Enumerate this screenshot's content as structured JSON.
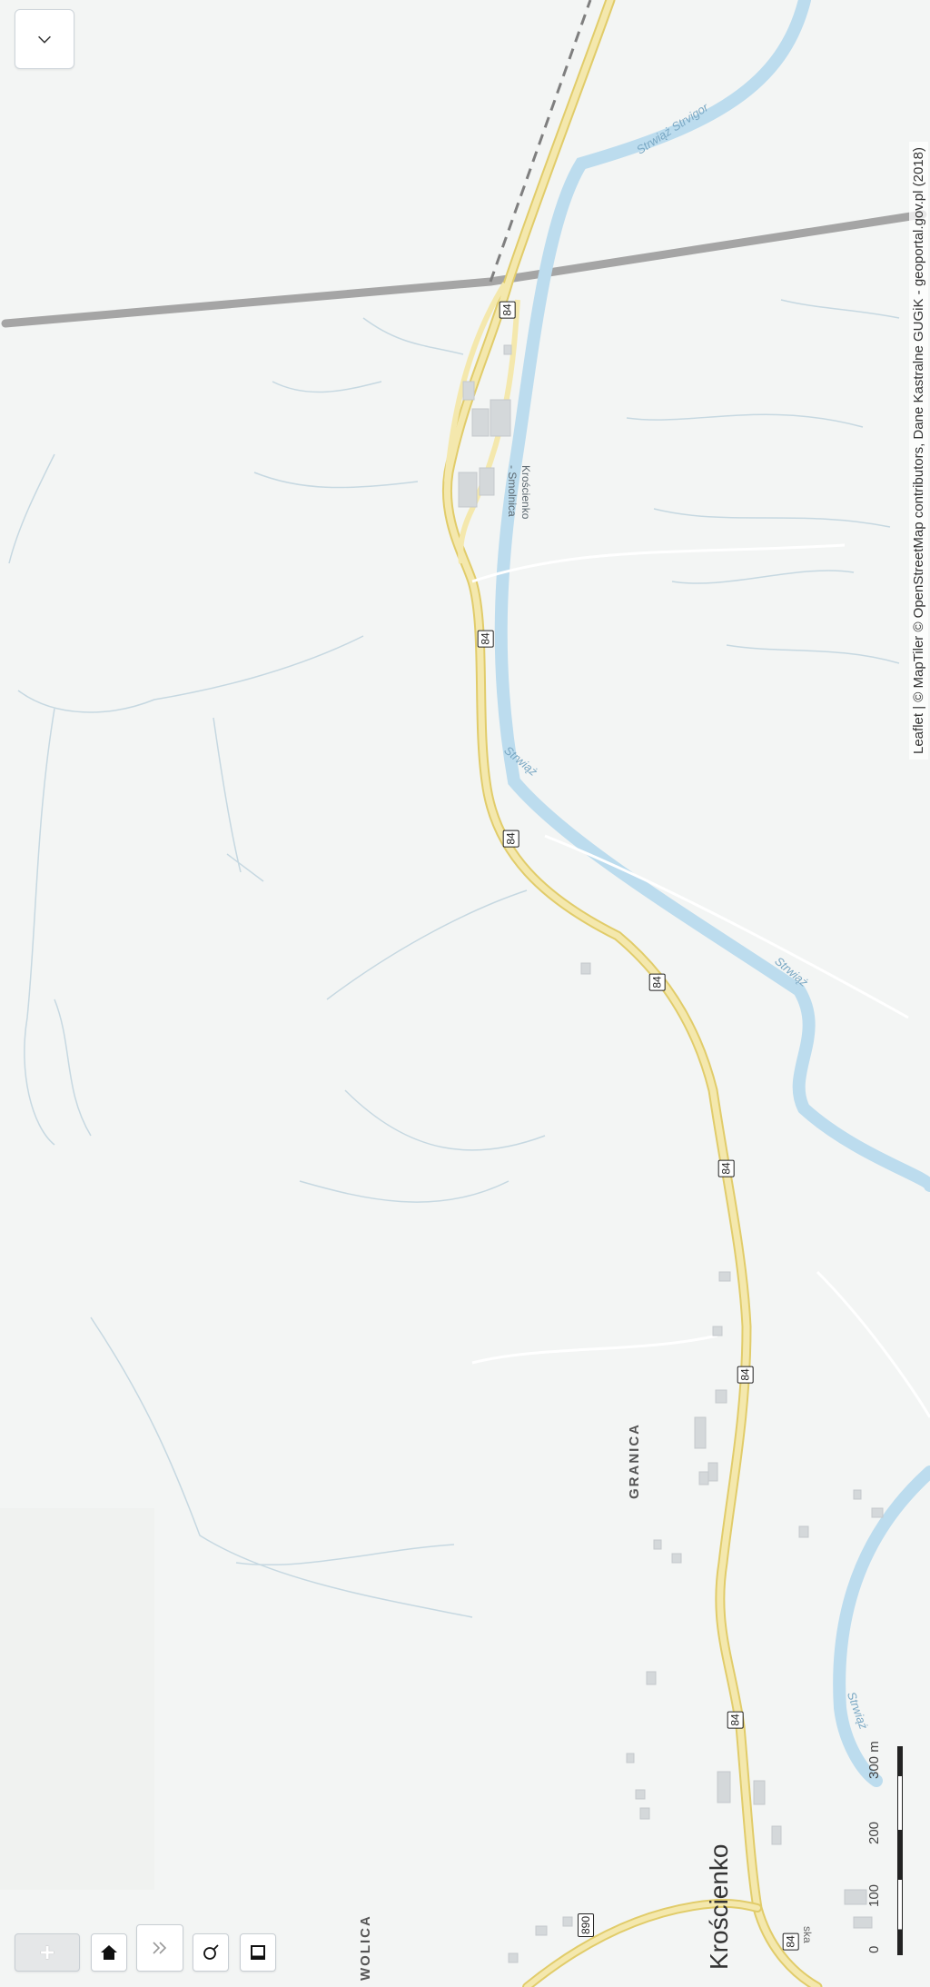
{
  "map": {
    "attribution": "Leaflet | © MapTiler © OpenStreetMap contributors, Dane Kastralne GUGiK - geoportal.gov.pl (2018)",
    "places": {
      "granica": "GRANICA",
      "wolica": "WOLICA",
      "kroscienko": "Krościenko",
      "station_line1": "Krościenko",
      "station_line2": "- Smolnica",
      "street": "ska"
    },
    "rivers": {
      "upper": "Strwiąż Strvigor",
      "middle": "Strwiąż",
      "lower": "Strwiąż",
      "bottom": "Strwiąż"
    },
    "road_shields": [
      "84",
      "84",
      "84",
      "84",
      "84",
      "84",
      "84",
      "890",
      "84"
    ],
    "scale": {
      "ticks": [
        "0",
        "100",
        "200",
        "300 m"
      ]
    }
  },
  "controls": {
    "collapse_icon": "chevron-down-icon",
    "zoom_icon": "plus-icon",
    "home_icon": "home-icon",
    "layers_icon": "chevrons-right-icon",
    "search_icon": "search-icon",
    "square_icon": "square-icon"
  },
  "colors": {
    "background": "#f4f6f5",
    "road": "#f3e6a2",
    "road_edge": "#e1cc6a",
    "river": "#b9dcef",
    "railway": "#a3a3a3",
    "stream": "#bfd4de"
  }
}
